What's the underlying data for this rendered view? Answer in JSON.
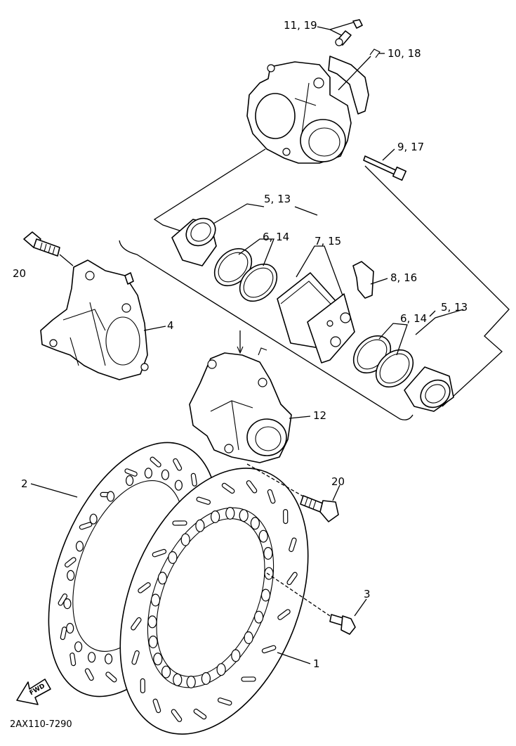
{
  "diagram": {
    "diagram_code": "2AX110-7290",
    "forward_label": "FWD",
    "callouts": [
      {
        "id": "c-11-19",
        "text": "11, 19"
      },
      {
        "id": "c-10-18",
        "text": "10, 18"
      },
      {
        "id": "c-9-17",
        "text": "9, 17"
      },
      {
        "id": "c-5-13-top",
        "text": "5, 13"
      },
      {
        "id": "c-6-14-top",
        "text": "6, 14"
      },
      {
        "id": "c-7-15",
        "text": "7, 15"
      },
      {
        "id": "c-8-16",
        "text": "8, 16"
      },
      {
        "id": "c-6-14-bottom",
        "text": "6, 14"
      },
      {
        "id": "c-5-13-bottom",
        "text": "5, 13"
      },
      {
        "id": "c-20-left",
        "text": "20"
      },
      {
        "id": "c-4",
        "text": "4"
      },
      {
        "id": "c-12",
        "text": "12"
      },
      {
        "id": "c-2",
        "text": "2"
      },
      {
        "id": "c-20-bottom",
        "text": "20"
      },
      {
        "id": "c-3",
        "text": "3"
      },
      {
        "id": "c-1",
        "text": "1"
      }
    ]
  }
}
